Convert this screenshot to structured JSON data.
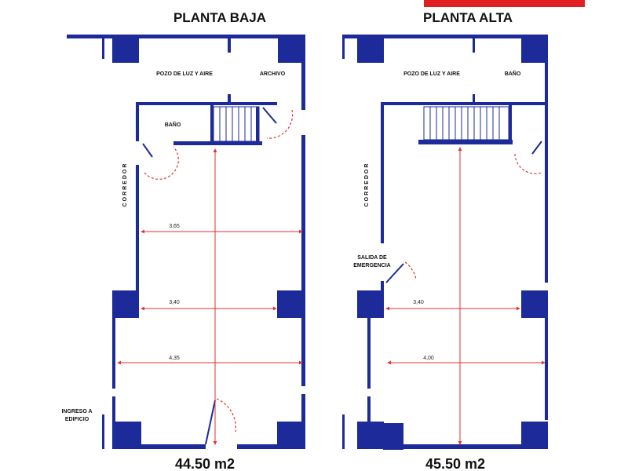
{
  "titles": {
    "ground": "PLANTA BAJA",
    "upper": "PLANTA ALTA"
  },
  "areas": {
    "ground": "44.50 m2",
    "upper": "45.50 m2"
  },
  "ground": {
    "rooms": {
      "lightwell": "POZO DE LUZ Y AIRE",
      "archive": "ARCHIVO",
      "bathroom": "BAÑO",
      "corridor": "CORREDOR",
      "entrance_line1": "INGRESO A",
      "entrance_line2": "EDIFICIO"
    },
    "dimensions": [
      "3,65",
      "3,40",
      "4,35"
    ]
  },
  "upper": {
    "rooms": {
      "lightwell": "POZO DE LUZ Y AIRE",
      "bathroom": "BAÑO",
      "corridor": "CORREDOR",
      "exit_line1": "SALIDA DE",
      "exit_line2": "EMERGENCIA"
    },
    "dimensions": [
      "3,40",
      "4,00"
    ]
  },
  "colors": {
    "walls": "#1c2a9a",
    "dimension_lines": "#e23030",
    "accent_banner": "#e02020"
  }
}
